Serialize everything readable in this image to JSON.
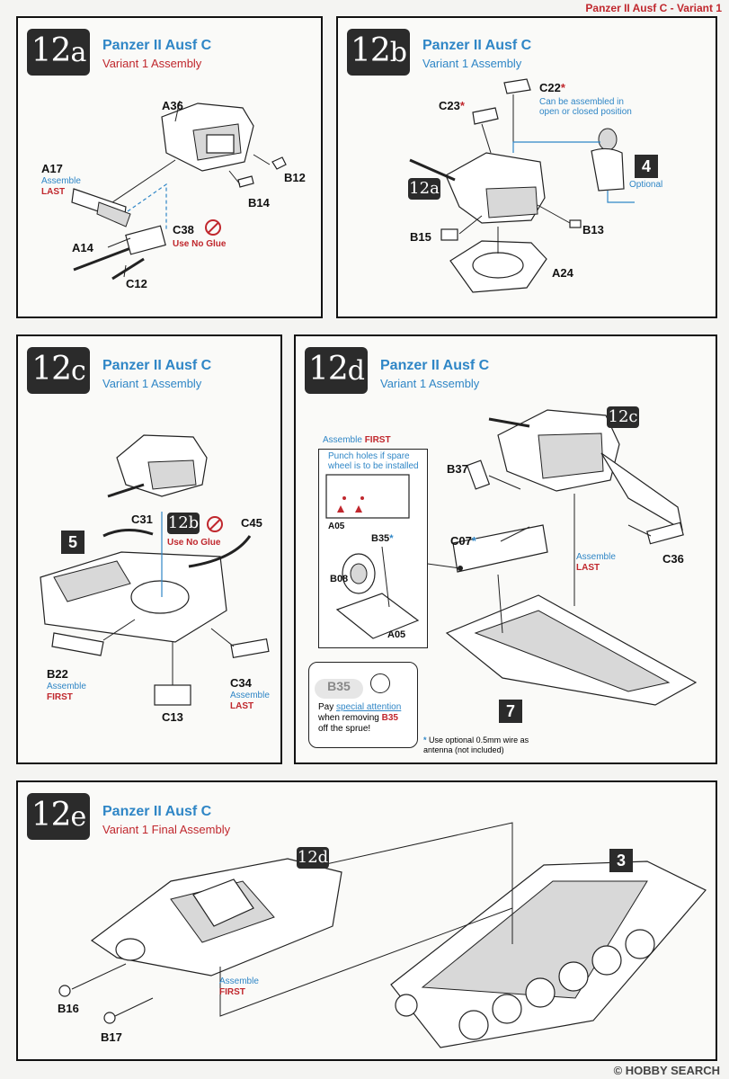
{
  "header": "Panzer II Ausf C - Variant 1",
  "panels": {
    "a": {
      "step": "12",
      "letter": "a",
      "title": "Panzer II Ausf C",
      "subtitle": "Variant 1 Assembly",
      "labels": {
        "a36": "A36",
        "a17": "A17",
        "assemble": "Assemble",
        "last": "LAST",
        "b12": "B12",
        "b14": "B14",
        "c38": "C38",
        "use_no_glue": "Use No Glue",
        "a14": "A14",
        "c12": "C12"
      }
    },
    "b": {
      "step": "12",
      "letter": "b",
      "title": "Panzer II Ausf C",
      "subtitle": "Variant 1 Assembly",
      "labels": {
        "c23": "C23",
        "c22": "C22",
        "star": "*",
        "note": "Can be assembled in open or closed position",
        "ref": "12a",
        "num4": "4",
        "optional": "Optional",
        "b15": "B15",
        "b13": "B13",
        "a24": "A24"
      }
    },
    "c": {
      "step": "12",
      "letter": "c",
      "title": "Panzer II Ausf C",
      "subtitle": "Variant 1 Assembly",
      "labels": {
        "num5": "5",
        "c31": "C31",
        "ref": "12b",
        "use_no_glue": "Use No Glue",
        "c45": "C45",
        "b22": "B22",
        "assemble1": "Assemble",
        "first": "FIRST",
        "c34": "C34",
        "assemble2": "Assemble",
        "last": "LAST",
        "c13": "C13"
      }
    },
    "d": {
      "step": "12",
      "letter": "d",
      "title": "Panzer II Ausf C",
      "subtitle": "Variant 1 Assembly",
      "labels": {
        "ref": "12c",
        "assemble_first": "Assemble",
        "first": "FIRST",
        "punch": "Punch holes if spare wheel is to be installed",
        "a05a": "A05",
        "b35": "B35",
        "star": "*",
        "b08": "B08",
        "a05b": "A05",
        "b37": "B37",
        "c07": "C07",
        "assemble": "Assemble",
        "last": "LAST",
        "c36": "C36",
        "num7": "7",
        "warn_part": "B35",
        "warn_pay": "Pay",
        "warn_special": "special attention",
        "warn_when": "when removing",
        "warn_b35": "B35",
        "warn_off": "off the sprue!",
        "footnote_star": "*",
        "footnote": "Use optional 0.5mm wire as antenna (not included)"
      }
    },
    "e": {
      "step": "12",
      "letter": "e",
      "title": "Panzer II Ausf C",
      "subtitle": "Variant 1 Final Assembly",
      "labels": {
        "ref": "12d",
        "num3": "3",
        "assemble": "Assemble",
        "first": "FIRST",
        "b16": "B16",
        "b17": "B17"
      }
    }
  },
  "watermark": "HOBBY SEARCH",
  "watermark_copy": "©",
  "colors": {
    "red": "#c0272d",
    "blue": "#2f86c6",
    "dark": "#2b2b2b"
  }
}
